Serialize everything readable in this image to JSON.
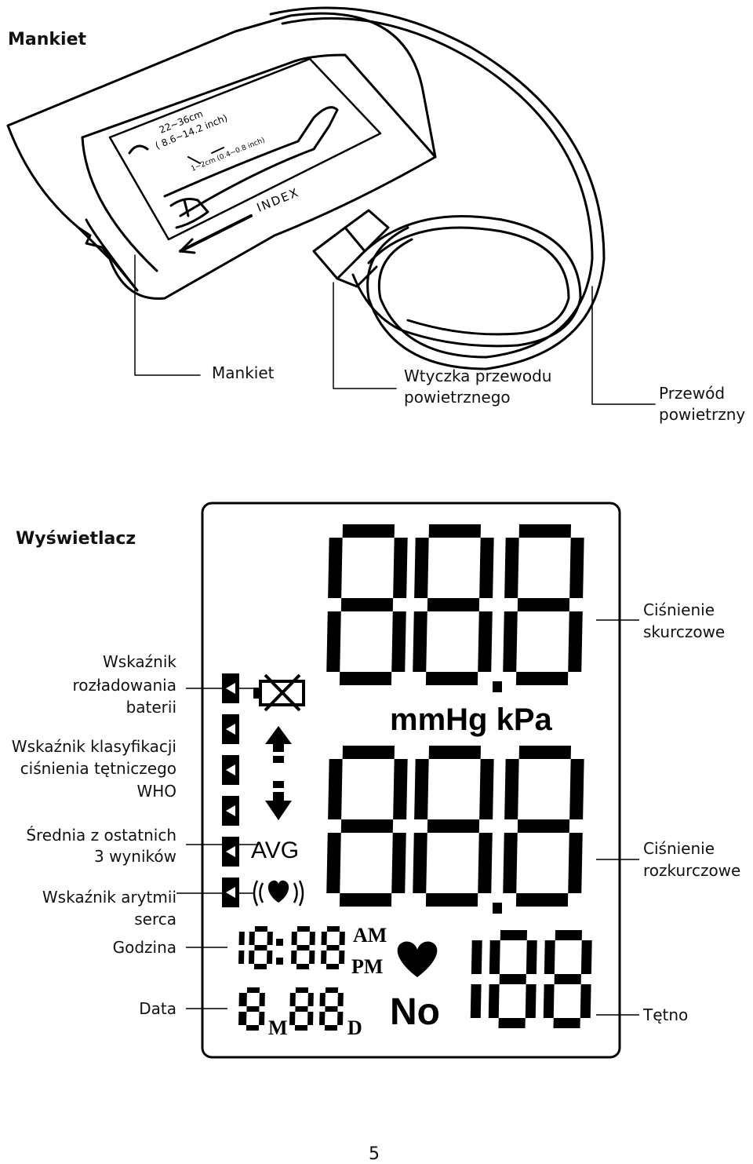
{
  "cuff_section": {
    "heading": "Mankiet",
    "cuff_range": "22~36cm",
    "cuff_range_inch": "( 8.6~14.2 inch)",
    "elbow_gap": "1~2cm (0.4~0.8 inch)",
    "index_mark": "INDEX",
    "labels": {
      "cuff": "Mankiet",
      "plug_line1": "Wtyczka przewodu",
      "plug_line2": "powietrznego",
      "hose_line1": "Przewód",
      "hose_line2": "powietrzny"
    }
  },
  "display_section": {
    "heading": "Wyświetlacz",
    "left_labels": {
      "battery_line1": "Wskaźnik",
      "battery_line2": "rozładowania",
      "battery_line3": "baterii",
      "who_line1": "Wskaźnik klasyfikacji",
      "who_line2": "ciśnienia tętniczego",
      "who_line3": "WHO",
      "avg_line1": "Średnia z ostatnich",
      "avg_line2": "3 wyników",
      "arrhythmia_line1": "Wskaźnik arytmii",
      "arrhythmia_line2": "serca",
      "time": "Godzina",
      "date": "Data"
    },
    "right_labels": {
      "systolic_line1": "Ciśnienie",
      "systolic_line2": "skurczowe",
      "diastolic_line1": "Ciśnienie",
      "diastolic_line2": "rozkurczowe",
      "pulse": "Tętno"
    },
    "lcd": {
      "unit_text": "mmHg kPa",
      "avg_text": "AVG",
      "am": "AM",
      "pm": "PM",
      "month": "M",
      "day": "D",
      "memory_no": "No"
    }
  },
  "page_number": "5"
}
